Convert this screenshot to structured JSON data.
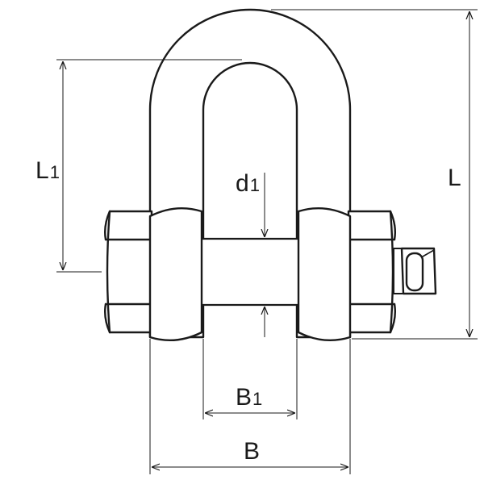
{
  "diagram": {
    "labels": {
      "L1": {
        "main": "L",
        "sub": "1"
      },
      "d1": {
        "main": "d",
        "sub": "1"
      },
      "L": {
        "main": "L"
      },
      "B1": {
        "main": "B",
        "sub": "1"
      },
      "B": {
        "main": "B"
      }
    },
    "colors": {
      "stroke": "#1a1a1a",
      "fill": "#ffffff"
    }
  }
}
